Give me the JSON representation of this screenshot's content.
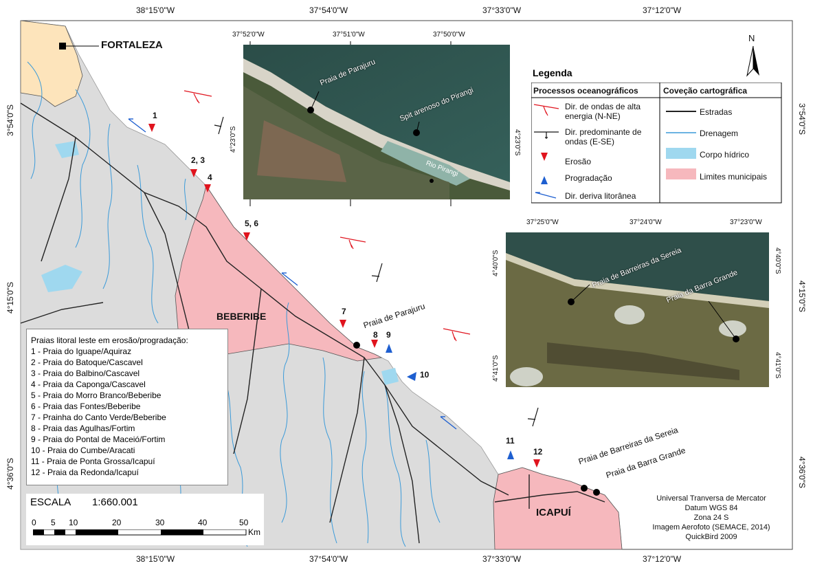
{
  "coordinates": {
    "top": [
      "38°15'0\"W",
      "37°54'0\"W",
      "37°33'0\"W",
      "37°12'0\"W"
    ],
    "bottom": [
      "38°15'0\"W",
      "37°54'0\"W",
      "37°33'0\"W",
      "37°12'0\"W"
    ],
    "left": [
      "3°54'0\"S",
      "4°15'0\"S",
      "4°36'0\"S"
    ],
    "right": [
      "3°54'0\"S",
      "4°15'0\"S",
      "4°36'0\"S"
    ]
  },
  "places": {
    "fortaleza": "FORTALEZA",
    "beberibe": "BEBERIBE",
    "icapui": "ICAPUÍ",
    "parajuru": "Praia de Parajuru",
    "barreiras": "Praia de Barreiras da Sereia",
    "barra_grande": "Praia da Barra Grande"
  },
  "beach_numbers": [
    "1",
    "2, 3",
    "4",
    "5, 6",
    "7",
    "8",
    "9",
    "10",
    "11",
    "12"
  ],
  "north_arrow": "N",
  "inset_top": {
    "top_coords": [
      "37°52'0\"W",
      "37°51'0\"W",
      "37°50'0\"W"
    ],
    "left_coord": "4°23'0\"S",
    "right_coord": "4°23'0\"S",
    "labels": [
      "Praia de Parajuru",
      "Spit arenoso do Pirangi",
      "Rio Pirangi"
    ]
  },
  "inset_right": {
    "top_coords": [
      "37°25'0\"W",
      "37°24'0\"W",
      "37°23'0\"W"
    ],
    "left_coords": [
      "4°40'0\"S",
      "4°41'0\"S"
    ],
    "right_coords": [
      "4°40'0\"S",
      "4°41'0\"S"
    ],
    "labels": [
      "Praia de Barreiras da Sereia",
      "Praia da Barra Grande"
    ]
  },
  "legend": {
    "title": "Legenda",
    "col1_header": "Processos oceanográficos",
    "col2_header": "Coveção cartográfica",
    "items1": [
      "Dir. de ondas de alta energia (N-NE)",
      "Dir. predominante de ondas (E-SE)",
      "Erosão",
      "Progradação",
      "Dir. deriva litorânea"
    ],
    "items2": [
      "Estradas",
      "Drenagem",
      "Corpo hídrico",
      "Limites municipais"
    ],
    "colors": {
      "road": "#222222",
      "drain": "#3a9ad9",
      "water": "#9fd8ef",
      "municipal": "#f6b8bd",
      "erosion": "#e0141e",
      "progradation": "#1e5fd0"
    }
  },
  "beach_list": {
    "title": "Praias litoral leste em erosão/progradação:",
    "items": [
      "1 - Praia do Iguape/Aquiraz",
      "2 - Praia do Batoque/Cascavel",
      "3 - Praia do Balbino/Cascavel",
      "4 - Praia da Caponga/Cascavel",
      "5 - Praia do Morro Branco/Beberibe",
      "6 - Praia das Fontes/Beberibe",
      "7 - Prainha do Canto Verde/Beberibe",
      "8 - Praia das Agulhas/Fortim",
      "9 - Praia do Pontal de Maceió/Fortim",
      "10 - Praia do Cumbe/Aracati",
      "11 - Praia de Ponta Grossa/Icapuí",
      "12 - Praia da Redonda/Icapuí"
    ]
  },
  "scale": {
    "label": "ESCALA",
    "ratio": "1:660.001",
    "ticks": [
      "0",
      "5",
      "10",
      "20",
      "30",
      "40",
      "50"
    ],
    "unit": "Km"
  },
  "credits": [
    "Universal Tranversa de Mercator",
    "Datum WGS 84",
    "Zona 24 S",
    "Imagem Aerofoto (SEMACE, 2014)",
    "QuickBird 2009"
  ]
}
